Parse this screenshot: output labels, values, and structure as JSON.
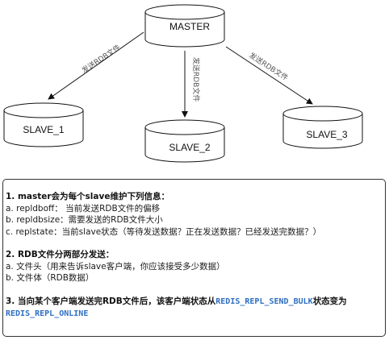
{
  "nodes": {
    "master": "MASTER",
    "slave1": "SLAVE_1",
    "slave2": "SLAVE_2",
    "slave3": "SLAVE_3"
  },
  "edges": {
    "to_slave1": "发送RDB文件",
    "to_slave2": "发送RDB文件",
    "to_slave3": "发送RDB文件"
  },
  "info": {
    "section1": {
      "title": "1. master会为每个slave维护下列信息：",
      "items": [
        "a. repldboff： 当前发送RDB文件的偏移",
        "b. repldbsize：需要发送的RDB文件大小",
        "c. replstate：当前slave状态（等待发送数据？正在发送数据？已经发送完数据？）"
      ]
    },
    "section2": {
      "title": "2. RDB文件分两部分发送：",
      "items": [
        "a. 文件头（用来告诉slave客户端，你应该接受多少数据）",
        "b. 文件体（RDB数据）"
      ]
    },
    "section3": {
      "prefix": "3. 当向某个客户端发送完RDB文件后，该客户端状态从",
      "from_state": "REDIS_REPL_SEND_BULK",
      "middle": "状态变为",
      "to_state": "REDIS_REPL_ONLINE"
    }
  }
}
